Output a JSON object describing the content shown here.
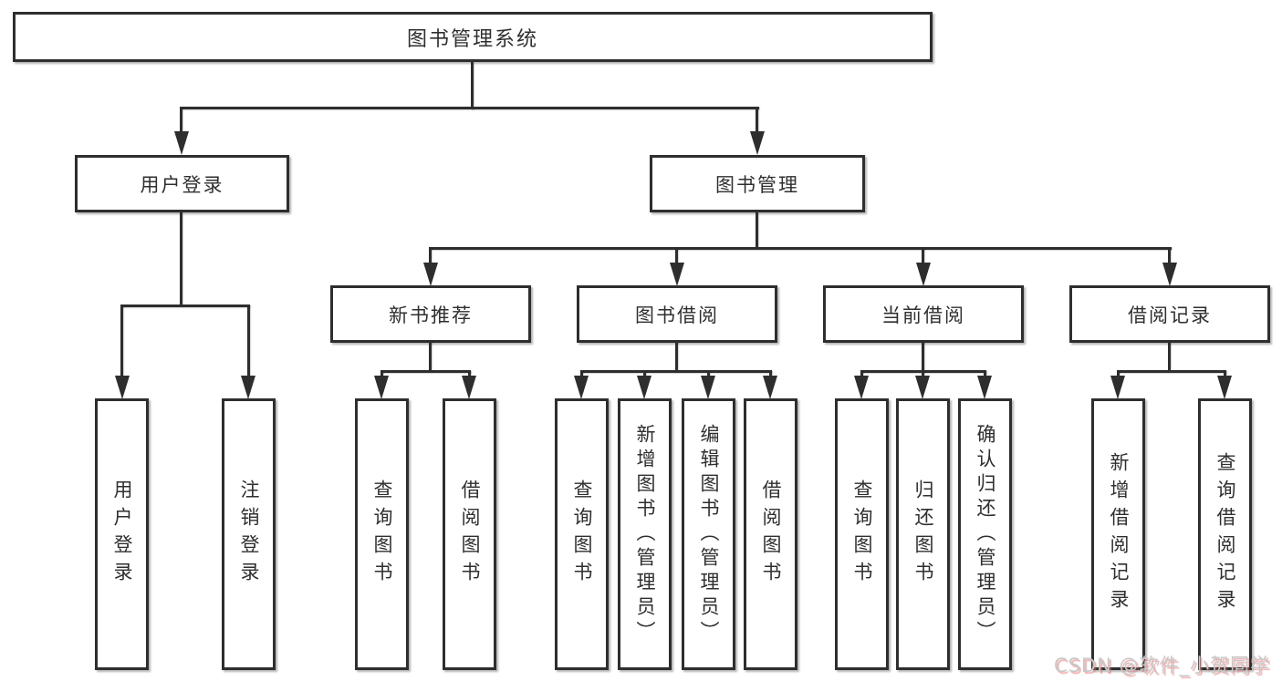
{
  "root": {
    "label": "图书管理系统"
  },
  "branches": [
    {
      "label": "用户登录",
      "children": [
        {
          "label": "用户登录"
        },
        {
          "label": "注销登录"
        }
      ]
    },
    {
      "label": "图书管理",
      "sections": [
        {
          "label": "新书推荐",
          "children": [
            {
              "label": "查询图书"
            },
            {
              "label": "借阅图书"
            }
          ]
        },
        {
          "label": "图书借阅",
          "children": [
            {
              "label": "查询图书"
            },
            {
              "label": "新增图书（管理员）"
            },
            {
              "label": "编辑图书（管理员）"
            },
            {
              "label": "借阅图书"
            }
          ]
        },
        {
          "label": "当前借阅",
          "children": [
            {
              "label": "查询图书"
            },
            {
              "label": "归还图书"
            },
            {
              "label": "确认归还（管理员）"
            }
          ]
        },
        {
          "label": "借阅记录",
          "children": [
            {
              "label": "新增借阅记录"
            },
            {
              "label": "查询借阅记录"
            }
          ]
        }
      ]
    }
  ],
  "watermark": {
    "text": "CSDN @软件_小贺同学"
  },
  "colors": {
    "line": "#2e2e2e",
    "box_background": "#ffffff",
    "text": "#2f2f2f",
    "watermark_text": "#c8c8c8",
    "watermark_shadow": "#e26a6a"
  }
}
